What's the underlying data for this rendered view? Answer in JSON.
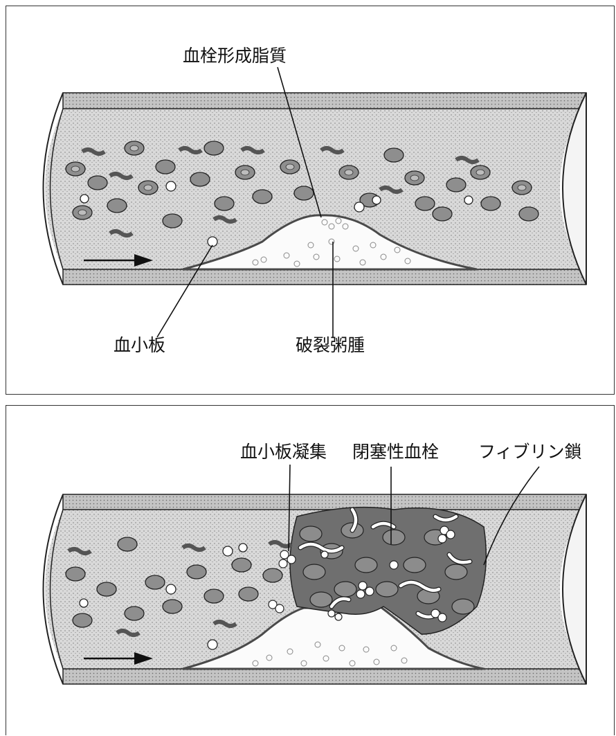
{
  "panels": [
    {
      "labels": {
        "lipid": "血栓形成脂質",
        "platelet": "血小板",
        "plaque": "破裂粥腫"
      }
    },
    {
      "labels": {
        "aggregation": "血小板凝集",
        "thrombus": "閉塞性血栓",
        "fibrin": "フィブリン鎖"
      }
    }
  ],
  "colors": {
    "vessel_wall": "#c9c9c9",
    "lumen": "#d6d6d6",
    "cell_fill": "#8a8a8a",
    "cell_core": "#b8b8b8",
    "plaque_fill": "#fafafa",
    "plaque_edge": "#555555"
  }
}
